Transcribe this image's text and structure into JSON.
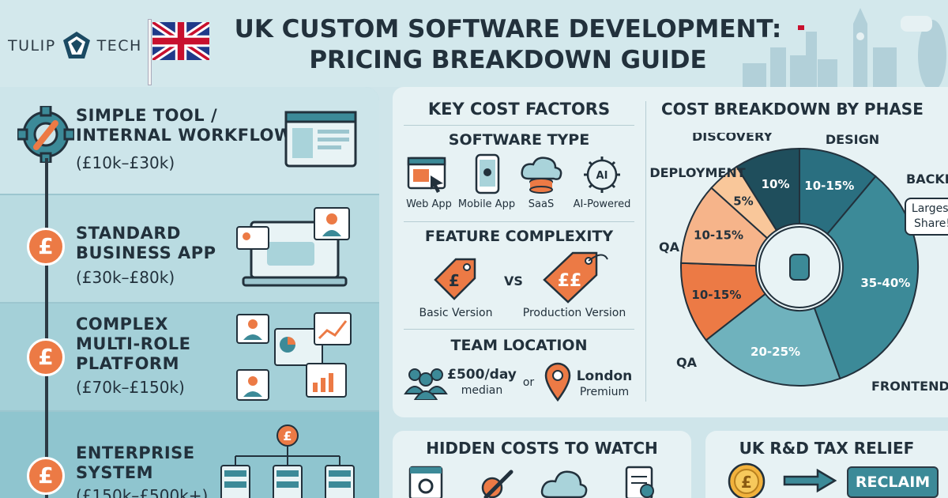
{
  "header": {
    "logo_left": "TULIP",
    "logo_right": "TECH",
    "title_line1": "UK CUSTOM SOFTWARE DEVELOPMENT:",
    "title_line2": "PRICING BREAKDOWN GUIDE"
  },
  "tiers": [
    {
      "title": "SIMPLE TOOL / INTERNAL WORKFLOW",
      "title_l1": "SIMPLE TOOL /",
      "title_l2": "INTERNAL WORKFLOW",
      "range": "(£10k–£30k)"
    },
    {
      "title_l1": "STANDARD",
      "title_l2": "BUSINESS APP",
      "range": "(£30k–£80k)"
    },
    {
      "title_l1": "COMPLEX",
      "title_l2": "MULTI-ROLE",
      "title_l3": "PLATFORM",
      "range": "(£70k–£150k)"
    },
    {
      "title_l1": "ENTERPRISE",
      "title_l2": "SYSTEM",
      "range": "(£150k–£500k+)"
    }
  ],
  "pound_symbol": "£",
  "key_cost_factors": {
    "heading": "KEY COST FACTORS",
    "software_type": {
      "heading": "SOFTWARE TYPE",
      "items": [
        "Web App",
        "Mobile App",
        "SaaS",
        "AI-Powered"
      ],
      "ai_glyph": "AI"
    },
    "feature_complexity": {
      "heading": "FEATURE COMPLEXITY",
      "basic_glyph": "£",
      "production_glyph": "££",
      "vs": "VS",
      "basic": "Basic Version",
      "production": "Production Version"
    },
    "team_location": {
      "heading": "TEAM LOCATION",
      "rate": "£500/day",
      "rate_sub": "median",
      "or": "or",
      "london": "London",
      "london_sub": "Premium"
    }
  },
  "cost_breakdown": {
    "heading": "COST BREAKDOWN BY PHASE",
    "callout_l1": "Largest",
    "callout_l2": "Share!"
  },
  "chart_data": {
    "type": "pie",
    "title": "COST BREAKDOWN BY PHASE",
    "slices": [
      {
        "label": "DISCOVERY",
        "value_label": "10%",
        "value": 10,
        "color": "#1f4e5c"
      },
      {
        "label": "DESIGN",
        "value_label": "10-15%",
        "value": 12.5,
        "color": "#2a6f80"
      },
      {
        "label": "BACKEND",
        "value_label": "35-40%",
        "value": 37.5,
        "color": "#3c8a98"
      },
      {
        "label": "FRONTEND",
        "value_label": "20-25%",
        "value": 22.5,
        "color": "#6fb2bd"
      },
      {
        "label": "QA",
        "value_label": "10-15%",
        "value": 12.5,
        "color": "#ec7a45"
      },
      {
        "label": "QA",
        "value_label": "10-15%",
        "value": 12.5,
        "color": "#f6b48a"
      },
      {
        "label": "DEPLOYMENT",
        "value_label": "5%",
        "value": 5,
        "color": "#f9c79a"
      }
    ],
    "outer_labels_visible": [
      "DISCOVERY",
      "DESIGN",
      "BACKEN",
      "FRONTEND",
      "QA",
      "QA",
      "DEPLOYMENT"
    ]
  },
  "hidden_costs": {
    "heading": "HIDDEN COSTS TO WATCH"
  },
  "tax_relief": {
    "heading": "UK R&D TAX RELIEF",
    "button": "RECLAIM"
  },
  "colors": {
    "accent": "#ec7a45",
    "teal": "#3c8a98",
    "dark": "#22313c"
  }
}
